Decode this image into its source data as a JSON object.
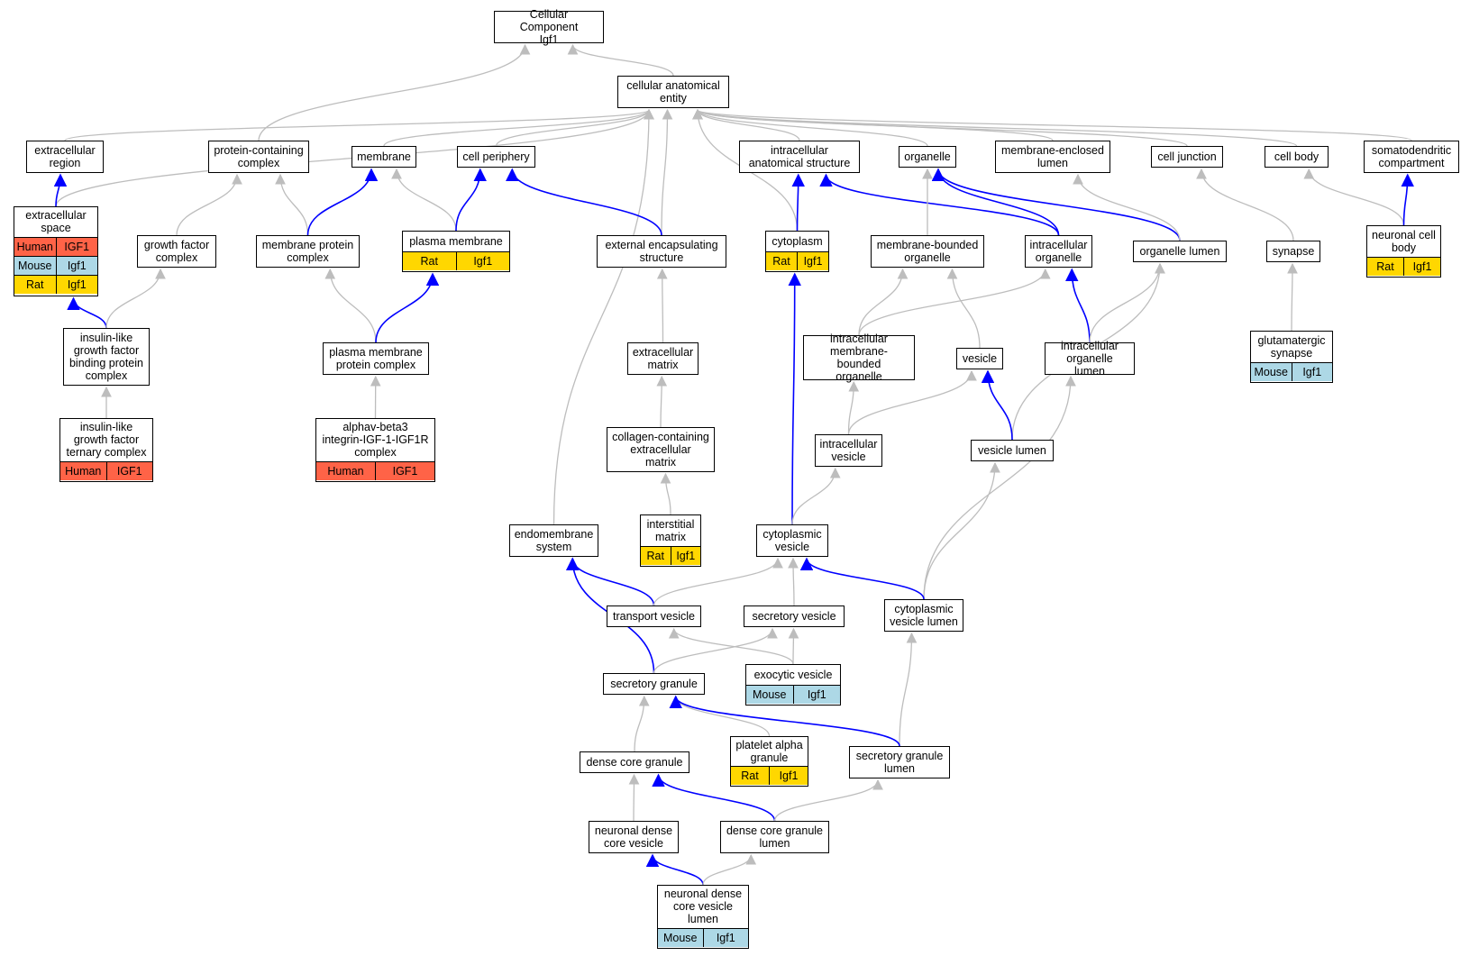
{
  "colors": {
    "human": "#ff6347",
    "mouse": "#add8e6",
    "rat": "#ffd700",
    "edge_default": "#bdbdbd",
    "edge_path": "#0000ff"
  },
  "nodes": {
    "root": {
      "label": "Cellular Component\nIgf1"
    },
    "cae": {
      "label": "cellular anatomical\nentity"
    },
    "extracellular_region": {
      "label": "extracellular\nregion"
    },
    "protein_containing_complex": {
      "label": "protein-containing\ncomplex"
    },
    "membrane": {
      "label": "membrane"
    },
    "cell_periphery": {
      "label": "cell periphery"
    },
    "intracellular_anatomical_structure": {
      "label": "intracellular\nanatomical structure"
    },
    "organelle": {
      "label": "organelle"
    },
    "membrane_enclosed_lumen": {
      "label": "membrane-enclosed\nlumen"
    },
    "cell_junction": {
      "label": "cell junction"
    },
    "cell_body": {
      "label": "cell body"
    },
    "somatodendritic_compartment": {
      "label": "somatodendritic\ncompartment"
    },
    "extracellular_space": {
      "label": "extracellular\nspace",
      "rows": [
        [
          "Human",
          "IGF1"
        ],
        [
          "Mouse",
          "Igf1"
        ],
        [
          "Rat",
          "Igf1"
        ]
      ]
    },
    "growth_factor_complex": {
      "label": "growth factor\ncomplex"
    },
    "membrane_protein_complex": {
      "label": "membrane protein\ncomplex"
    },
    "plasma_membrane": {
      "label": "plasma membrane",
      "rows": [
        [
          "Rat",
          "Igf1"
        ]
      ]
    },
    "external_encapsulating_structure": {
      "label": "external encapsulating\nstructure"
    },
    "cytoplasm": {
      "label": "cytoplasm",
      "rows": [
        [
          "Rat",
          "Igf1"
        ]
      ]
    },
    "membrane_bounded_organelle": {
      "label": "membrane-bounded\norganelle"
    },
    "intracellular_organelle": {
      "label": "intracellular\norganelle"
    },
    "organelle_lumen": {
      "label": "organelle lumen"
    },
    "synapse": {
      "label": "synapse"
    },
    "neuronal_cell_body": {
      "label": "neuronal cell\nbody",
      "rows": [
        [
          "Rat",
          "Igf1"
        ]
      ]
    },
    "igfbp_complex": {
      "label": "insulin-like\ngrowth factor\nbinding protein\ncomplex"
    },
    "pm_protein_complex": {
      "label": "plasma membrane\nprotein complex"
    },
    "extracellular_matrix": {
      "label": "extracellular\nmatrix"
    },
    "intracellular_mb_organelle": {
      "label": "intracellular\nmembrane-bounded\norganelle"
    },
    "vesicle": {
      "label": "vesicle"
    },
    "intracellular_organelle_lumen": {
      "label": "intracellular\norganelle lumen"
    },
    "glutamatergic_synapse": {
      "label": "glutamatergic\nsynapse",
      "rows": [
        [
          "Mouse",
          "Igf1"
        ]
      ]
    },
    "igf_ternary_complex": {
      "label": "insulin-like\ngrowth factor\nternary complex",
      "rows": [
        [
          "Human",
          "IGF1"
        ]
      ]
    },
    "integrin_complex": {
      "label": "alphav-beta3\nintegrin-IGF-1-IGF1R\ncomplex",
      "rows": [
        [
          "Human",
          "IGF1"
        ]
      ]
    },
    "collagen_ecm": {
      "label": "collagen-containing\nextracellular\nmatrix"
    },
    "intracellular_vesicle": {
      "label": "intracellular\nvesicle"
    },
    "vesicle_lumen": {
      "label": "vesicle lumen"
    },
    "endomembrane_system": {
      "label": "endomembrane\nsystem"
    },
    "interstitial_matrix": {
      "label": "interstitial\nmatrix",
      "rows": [
        [
          "Rat",
          "Igf1"
        ]
      ]
    },
    "cytoplasmic_vesicle": {
      "label": "cytoplasmic\nvesicle"
    },
    "transport_vesicle": {
      "label": "transport vesicle"
    },
    "secretory_vesicle": {
      "label": "secretory vesicle"
    },
    "cytoplasmic_vesicle_lumen": {
      "label": "cytoplasmic\nvesicle lumen"
    },
    "exocytic_vesicle": {
      "label": "exocytic vesicle",
      "rows": [
        [
          "Mouse",
          "Igf1"
        ]
      ]
    },
    "secretory_granule": {
      "label": "secretory granule"
    },
    "platelet_alpha_granule": {
      "label": "platelet alpha\ngranule",
      "rows": [
        [
          "Rat",
          "Igf1"
        ]
      ]
    },
    "secretory_granule_lumen": {
      "label": "secretory granule\nlumen"
    },
    "dense_core_granule": {
      "label": "dense core granule"
    },
    "neuronal_dense_core_vesicle": {
      "label": "neuronal dense\ncore vesicle"
    },
    "dense_core_granule_lumen": {
      "label": "dense core granule\nlumen"
    },
    "ndcv_lumen": {
      "label": "neuronal dense\ncore vesicle\nlumen",
      "rows": [
        [
          "Mouse",
          "Igf1"
        ]
      ]
    }
  },
  "edges": [
    [
      "cae",
      "root",
      "g"
    ],
    [
      "protein_containing_complex",
      "root",
      "g"
    ],
    [
      "extracellular_region",
      "cae",
      "g"
    ],
    [
      "membrane",
      "cae",
      "g"
    ],
    [
      "cell_periphery",
      "cae",
      "g"
    ],
    [
      "intracellular_anatomical_structure",
      "cae",
      "g"
    ],
    [
      "organelle",
      "cae",
      "g"
    ],
    [
      "membrane_enclosed_lumen",
      "cae",
      "g"
    ],
    [
      "cell_junction",
      "cae",
      "g"
    ],
    [
      "cell_body",
      "cae",
      "g"
    ],
    [
      "somatodendritic_compartment",
      "cae",
      "g"
    ],
    [
      "extracellular_space",
      "cae",
      "g"
    ],
    [
      "endomembrane_system",
      "cae",
      "g"
    ],
    [
      "external_encapsulating_structure",
      "cae",
      "g"
    ],
    [
      "cytoplasm",
      "cae",
      "g"
    ],
    [
      "extracellular_space",
      "extracellular_region",
      "b"
    ],
    [
      "igfbp_complex",
      "extracellular_space",
      "b"
    ],
    [
      "growth_factor_complex",
      "protein_containing_complex",
      "g"
    ],
    [
      "membrane_protein_complex",
      "protein_containing_complex",
      "g"
    ],
    [
      "membrane_protein_complex",
      "membrane",
      "b"
    ],
    [
      "plasma_membrane",
      "membrane",
      "g"
    ],
    [
      "plasma_membrane",
      "cell_periphery",
      "b"
    ],
    [
      "external_encapsulating_structure",
      "cell_periphery",
      "b"
    ],
    [
      "cytoplasm",
      "intracellular_anatomical_structure",
      "b"
    ],
    [
      "intracellular_organelle",
      "intracellular_anatomical_structure",
      "b"
    ],
    [
      "membrane_bounded_organelle",
      "organelle",
      "g"
    ],
    [
      "intracellular_organelle",
      "organelle",
      "b"
    ],
    [
      "organelle_lumen",
      "organelle",
      "b"
    ],
    [
      "organelle_lumen",
      "membrane_enclosed_lumen",
      "g"
    ],
    [
      "synapse",
      "cell_junction",
      "g"
    ],
    [
      "neuronal_cell_body",
      "cell_body",
      "g"
    ],
    [
      "neuronal_cell_body",
      "somatodendritic_compartment",
      "b"
    ],
    [
      "igfbp_complex",
      "growth_factor_complex",
      "g"
    ],
    [
      "pm_protein_complex",
      "membrane_protein_complex",
      "g"
    ],
    [
      "pm_protein_complex",
      "plasma_membrane",
      "b"
    ],
    [
      "extracellular_matrix",
      "external_encapsulating_structure",
      "g"
    ],
    [
      "cytoplasmic_vesicle",
      "cytoplasm",
      "b"
    ],
    [
      "intracellular_mb_organelle",
      "membrane_bounded_organelle",
      "g"
    ],
    [
      "vesicle",
      "membrane_bounded_organelle",
      "g"
    ],
    [
      "intracellular_mb_organelle",
      "intracellular_organelle",
      "g"
    ],
    [
      "intracellular_organelle_lumen",
      "intracellular_organelle",
      "b"
    ],
    [
      "intracellular_organelle_lumen",
      "organelle_lumen",
      "g"
    ],
    [
      "vesicle_lumen",
      "organelle_lumen",
      "g"
    ],
    [
      "glutamatergic_synapse",
      "synapse",
      "g"
    ],
    [
      "igf_ternary_complex",
      "igfbp_complex",
      "g"
    ],
    [
      "integrin_complex",
      "pm_protein_complex",
      "g"
    ],
    [
      "collagen_ecm",
      "extracellular_matrix",
      "g"
    ],
    [
      "intracellular_vesicle",
      "intracellular_mb_organelle",
      "g"
    ],
    [
      "intracellular_vesicle",
      "vesicle",
      "g"
    ],
    [
      "vesicle_lumen",
      "vesicle",
      "b"
    ],
    [
      "cytoplasmic_vesicle_lumen",
      "intracellular_organelle_lumen",
      "g"
    ],
    [
      "interstitial_matrix",
      "collagen_ecm",
      "g"
    ],
    [
      "cytoplasmic_vesicle",
      "intracellular_vesicle",
      "g"
    ],
    [
      "cytoplasmic_vesicle_lumen",
      "vesicle_lumen",
      "g"
    ],
    [
      "transport_vesicle",
      "endomembrane_system",
      "b"
    ],
    [
      "secretory_granule",
      "endomembrane_system",
      "b"
    ],
    [
      "transport_vesicle",
      "cytoplasmic_vesicle",
      "g"
    ],
    [
      "secretory_vesicle",
      "cytoplasmic_vesicle",
      "g"
    ],
    [
      "cytoplasmic_vesicle_lumen",
      "cytoplasmic_vesicle",
      "b"
    ],
    [
      "exocytic_vesicle",
      "transport_vesicle",
      "g"
    ],
    [
      "exocytic_vesicle",
      "secretory_vesicle",
      "g"
    ],
    [
      "secretory_granule",
      "secretory_vesicle",
      "g"
    ],
    [
      "secretory_granule_lumen",
      "cytoplasmic_vesicle_lumen",
      "g"
    ],
    [
      "platelet_alpha_granule",
      "secretory_granule",
      "g"
    ],
    [
      "dense_core_granule",
      "secretory_granule",
      "g"
    ],
    [
      "secretory_granule_lumen",
      "secretory_granule",
      "b"
    ],
    [
      "neuronal_dense_core_vesicle",
      "dense_core_granule",
      "g"
    ],
    [
      "dense_core_granule_lumen",
      "dense_core_granule",
      "b"
    ],
    [
      "dense_core_granule_lumen",
      "secretory_granule_lumen",
      "g"
    ],
    [
      "ndcv_lumen",
      "neuronal_dense_core_vesicle",
      "b"
    ],
    [
      "ndcv_lumen",
      "dense_core_granule_lumen",
      "g"
    ]
  ]
}
